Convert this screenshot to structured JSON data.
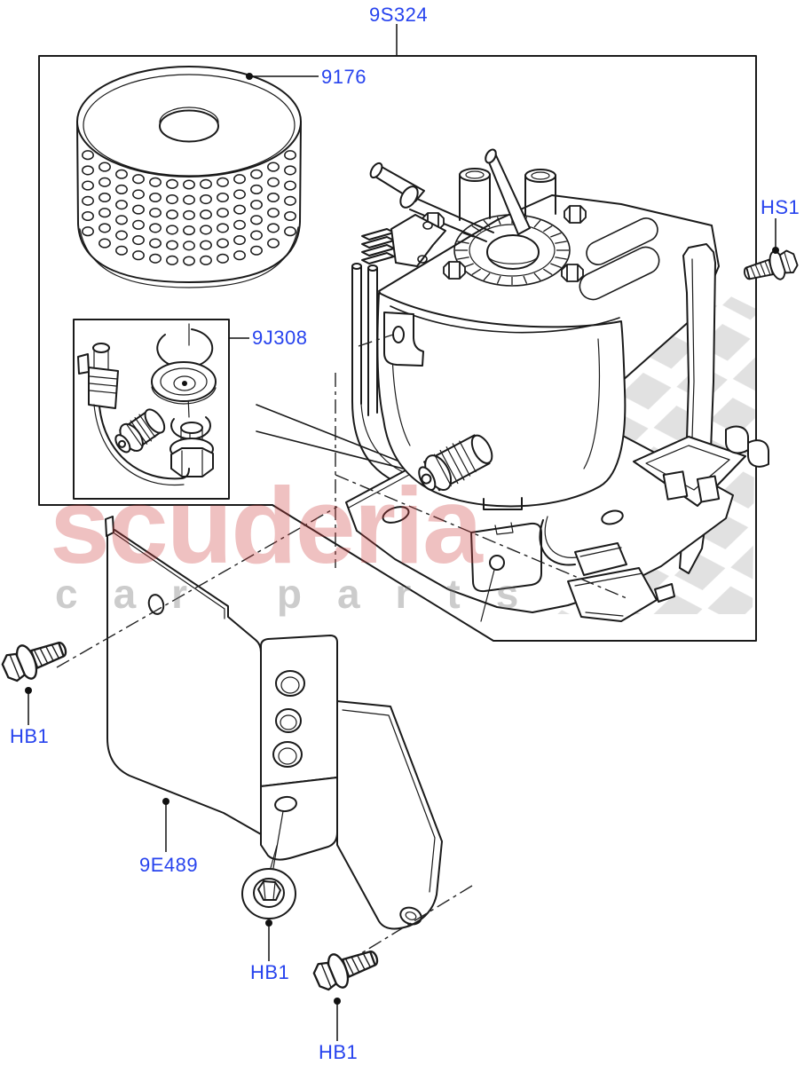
{
  "diagram": {
    "part_labels": {
      "assembly": "9S324",
      "filter_element": "9176",
      "screw_hs1": "HS1",
      "sensor_kit": "9J308",
      "shield": "9E489",
      "bolt_hb1_a": "HB1",
      "bolt_hb1_b": "HB1",
      "bolt_hb1_c": "HB1"
    },
    "watermark": {
      "line1": "scuderia",
      "line2": "car parts"
    },
    "colors": {
      "label_blue": "#2743ee",
      "line_black": "#1a1a1a",
      "watermark_red": "rgba(205,62,62,0.32)",
      "watermark_gray": "rgba(120,120,120,0.38)",
      "checker_gray": "#dadada"
    }
  }
}
